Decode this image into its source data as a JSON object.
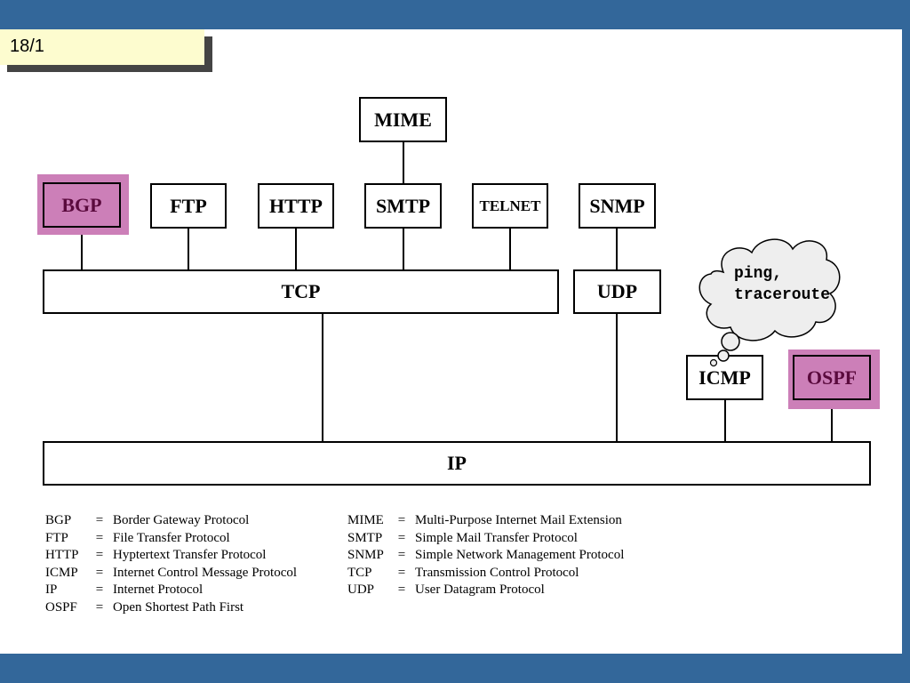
{
  "slide": {
    "number": "18/1"
  },
  "diagram": {
    "boxes": {
      "mime": "MIME",
      "bgp": "BGP",
      "ftp": "FTP",
      "http": "HTTP",
      "smtp": "SMTP",
      "telnet": "TELNET",
      "snmp": "SNMP",
      "tcp": "TCP",
      "udp": "UDP",
      "icmp": "ICMP",
      "ospf": "OSPF",
      "ip": "IP"
    },
    "cloud_text": "ping,\ntraceroute",
    "highlight_color": "#cc7fb8"
  },
  "legend": {
    "left": [
      {
        "abbr": "BGP",
        "eq": "=",
        "desc": "Border Gateway Protocol"
      },
      {
        "abbr": "FTP",
        "eq": "=",
        "desc": "File Transfer Protocol"
      },
      {
        "abbr": "HTTP",
        "eq": "=",
        "desc": "Hyptertext Transfer Protocol"
      },
      {
        "abbr": "ICMP",
        "eq": "=",
        "desc": "Internet Control Message Protocol"
      },
      {
        "abbr": "IP",
        "eq": "=",
        "desc": "Internet Protocol"
      },
      {
        "abbr": "OSPF",
        "eq": "=",
        "desc": "Open Shortest Path First"
      }
    ],
    "right": [
      {
        "abbr": "MIME",
        "eq": "=",
        "desc": "Multi-Purpose Internet Mail Extension"
      },
      {
        "abbr": "SMTP",
        "eq": "=",
        "desc": "Simple Mail Transfer Protocol"
      },
      {
        "abbr": "SNMP",
        "eq": "=",
        "desc": "Simple Network Management Protocol"
      },
      {
        "abbr": "TCP",
        "eq": "=",
        "desc": "Transmission Control Protocol"
      },
      {
        "abbr": "UDP",
        "eq": "=",
        "desc": "User Datagram Protocol"
      }
    ]
  }
}
